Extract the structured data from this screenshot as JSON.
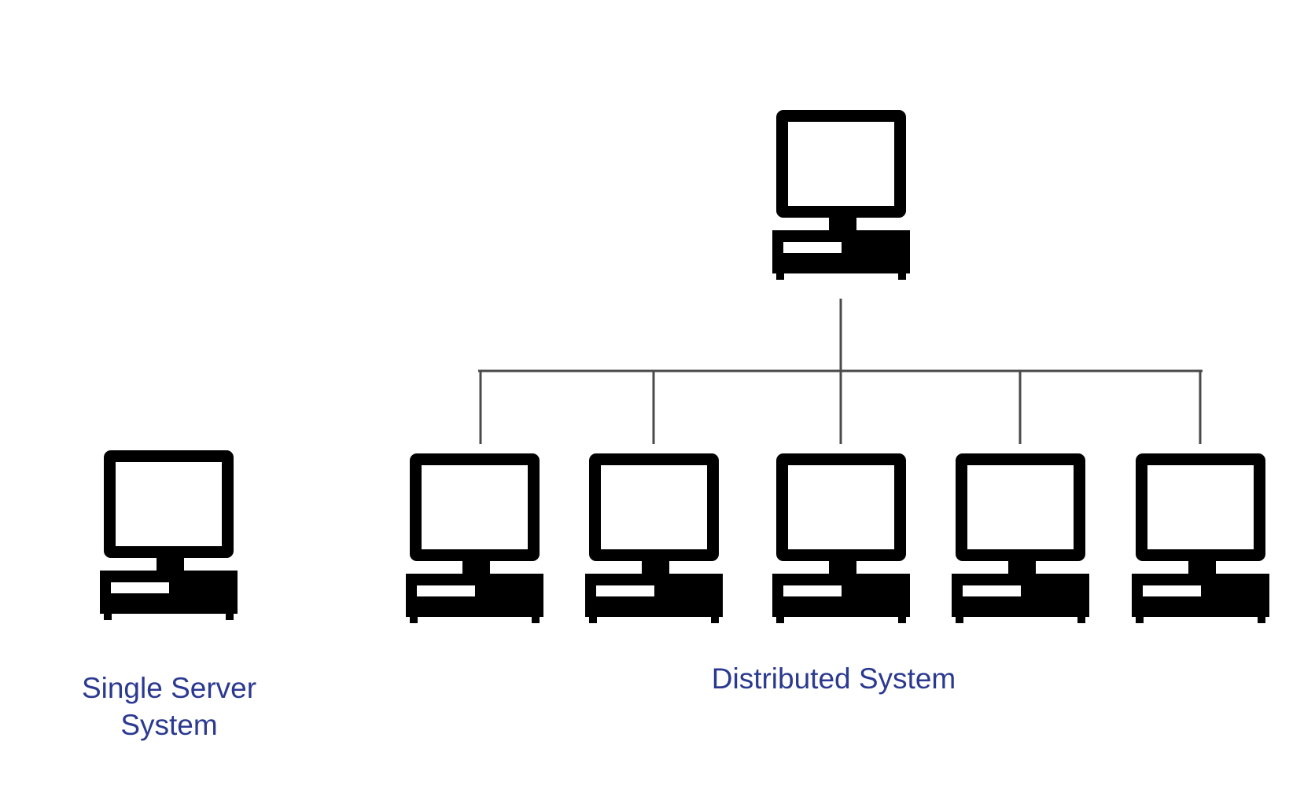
{
  "single_server": {
    "label_line1": "Single Server",
    "label_line2": "System",
    "computer_icon": "desktop-computer-icon"
  },
  "distributed_system": {
    "label": "Distributed System",
    "central_node_icon": "desktop-computer-icon",
    "child_node_count": 5
  },
  "colors": {
    "icon": "#000000",
    "connector": "#4a4a4a",
    "label_text": "#2b3990",
    "background": "#ffffff"
  }
}
